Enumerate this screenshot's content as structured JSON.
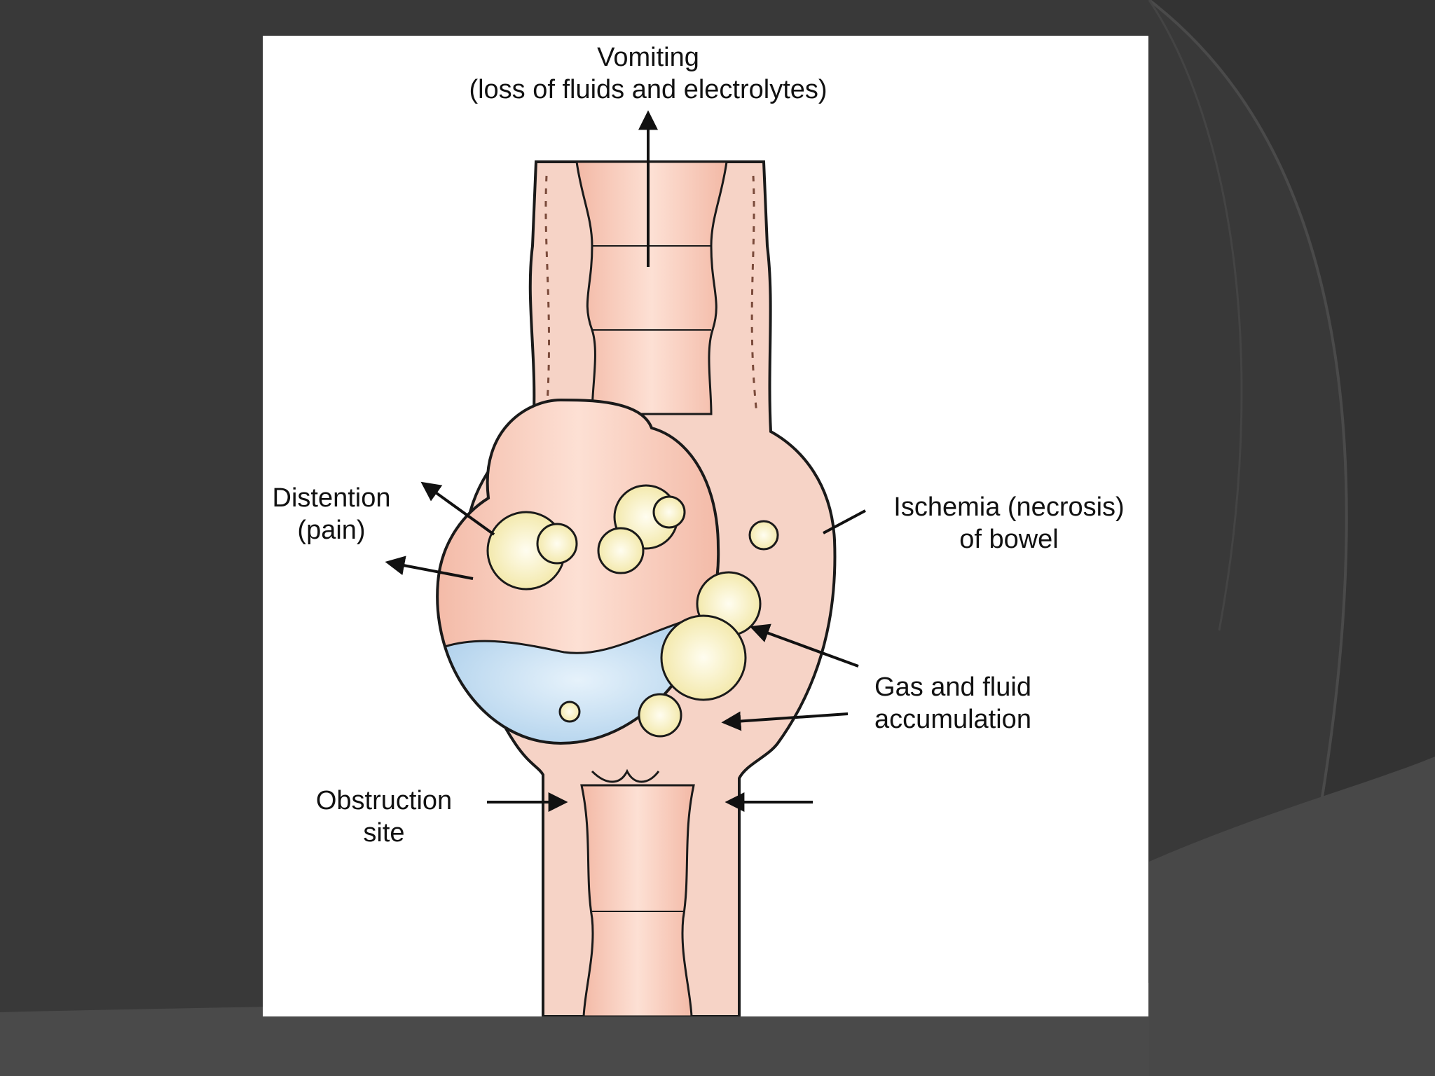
{
  "diagram": {
    "labels": {
      "vomiting": {
        "line1": "Vomiting",
        "line2": "(loss of fluids and electrolytes)"
      },
      "distention": {
        "line1": "Distention",
        "line2": "(pain)"
      },
      "ischemia": {
        "line1": "Ischemia (necrosis)",
        "line2": "of bowel"
      },
      "gas_fluid": {
        "line1": "Gas and fluid",
        "line2": "accumulation"
      },
      "obstruction": {
        "line1": "Obstruction",
        "line2": "site"
      }
    }
  },
  "colors": {
    "slide_background": "#3a3a3a",
    "bowel_wall": "#f6d3c6",
    "bowel_lumen": "#f8c7b6",
    "fluid": "#bcd9ef",
    "gas_bubble": "#f5efb8",
    "outline": "#1a1a1a"
  }
}
